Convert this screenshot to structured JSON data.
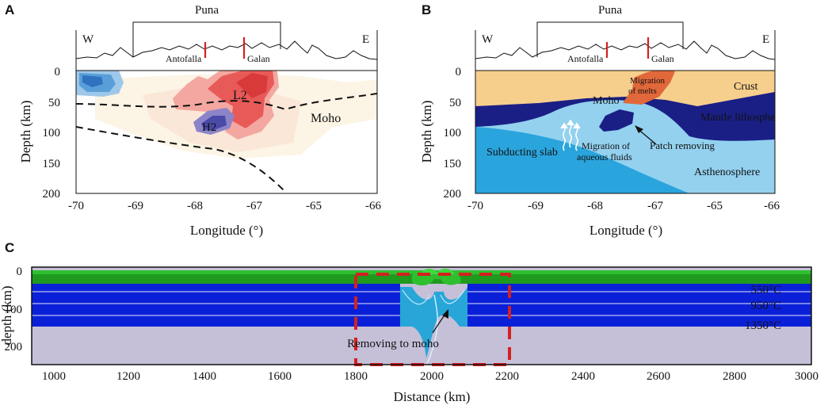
{
  "panels": {
    "A": {
      "letter": "A",
      "region_label": "Puna",
      "west_label": "W",
      "east_label": "E",
      "volcano_1": "Antofalla",
      "volcano_2": "Galan",
      "x_axis_label": "Longitude (°)",
      "y_axis_label": "Depth (km)",
      "x_ticks": [
        "-70",
        "-69",
        "-68",
        "-67",
        "-65",
        "-66"
      ],
      "y_ticks": [
        "0",
        "50",
        "100",
        "150",
        "200"
      ],
      "anomaly_l2": "L2",
      "anomaly_h2": "H2",
      "moho_label": "Moho"
    },
    "B": {
      "letter": "B",
      "region_label": "Puna",
      "west_label": "W",
      "east_label": "E",
      "volcano_1": "Antofalla",
      "volcano_2": "Galan",
      "x_axis_label": "Longitude (°)",
      "y_axis_label": "Depth (km)",
      "x_ticks": [
        "-70",
        "-69",
        "-68",
        "-67",
        "-65",
        "-66"
      ],
      "y_ticks": [
        "0",
        "50",
        "100",
        "150",
        "200"
      ],
      "crust": "Crust",
      "moho": "Moho",
      "mantle_lithosphere": "Mantle lithosphere",
      "migration_of_melts": [
        "Migration",
        "of melts"
      ],
      "patch_removing": "Patch removing",
      "subducting_slab": "Subducting slab",
      "migration_aqueous": [
        "Migration of",
        "aqueous fluids"
      ],
      "asthenosphere": "Asthenosphere"
    },
    "C": {
      "letter": "C",
      "x_axis_label": "Distance (km)",
      "y_axis_label": "depth (km)",
      "x_ticks": [
        "1000",
        "1200",
        "1400",
        "1600",
        "1800",
        "2000",
        "2200",
        "2400",
        "2600",
        "2800",
        "3000"
      ],
      "y_ticks": [
        "0",
        "100",
        "200"
      ],
      "isotherms": [
        "550°C",
        "950°C",
        "1350°C"
      ],
      "annotation": "Removing to moho"
    }
  },
  "colors": {
    "crust_green": "#1f9a1f",
    "crust_green_light": "#2ebf2e",
    "mantle_blue": "#0a20d8",
    "asthenosphere": "#c6bfd8",
    "box_red": "#d42020",
    "isotherm_red": "#c81e1e",
    "b_crust": "#f6cf8d",
    "b_lithosphere": "#1a1f86",
    "b_asthenosphere": "#93d1ef",
    "b_slab": "#2aa4dc",
    "b_melt": "#e0683a",
    "a_l2": "#e04848",
    "a_h2": "#4a4aa8",
    "a_blue": "#3a86cf"
  }
}
